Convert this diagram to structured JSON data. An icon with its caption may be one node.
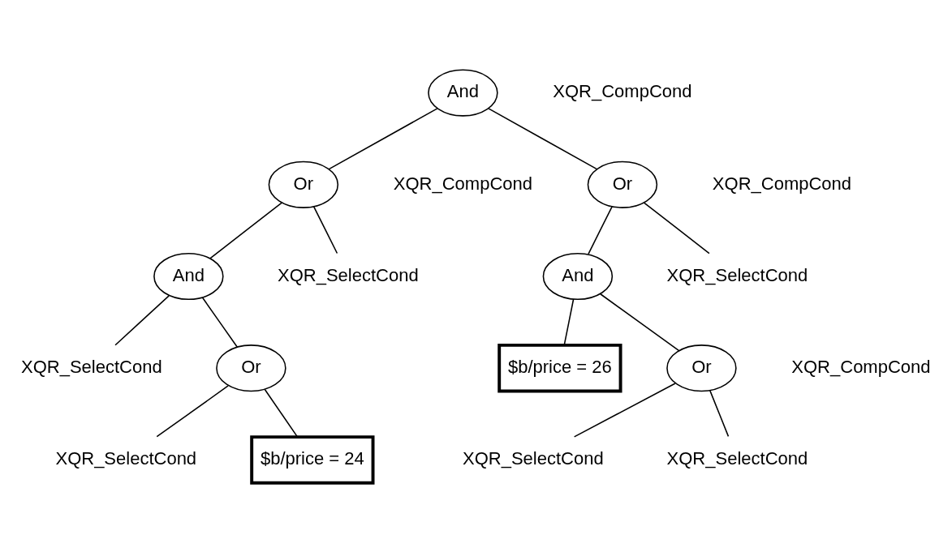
{
  "diagram": {
    "nodes": [
      {
        "text": [
          "And"
        ],
        "beside": [
          "XQR_CompCond"
        ]
      },
      {
        "text": [
          "Or"
        ],
        "beside": [
          "XQR_CompCond"
        ]
      },
      {
        "text": [
          "Or"
        ],
        "beside": [
          "XQR_CompCond"
        ]
      },
      {
        "text": [
          "And"
        ]
      },
      {
        "text": [
          "XQR_SelectCond"
        ]
      },
      {
        "text": [
          "And"
        ]
      },
      {
        "text": [
          "XQR_SelectCond"
        ]
      },
      {
        "text": [
          "XQR_SelectCond"
        ]
      },
      {
        "text": [
          "Or"
        ]
      },
      {
        "text": [
          "$b/price = 26"
        ]
      },
      {
        "text": [
          "Or"
        ],
        "beside": [
          "XQR_CompCond"
        ]
      },
      {
        "text": [
          "XQR_SelectCond"
        ]
      },
      {
        "text": [
          "$b/price = 24"
        ]
      },
      {
        "text": [
          "XQR_SelectCond"
        ]
      },
      {
        "text": [
          "XQR_SelectCond"
        ]
      }
    ],
    "edges": [
      {
        "from": 0,
        "to": 1,
        "arrow": "none"
      },
      {
        "from": 0,
        "to": 2,
        "arrow": "none"
      },
      {
        "from": 1,
        "to": 3,
        "arrow": "none"
      },
      {
        "from": 1,
        "to": 4,
        "arrow": "none"
      },
      {
        "from": 2,
        "to": 5,
        "arrow": "none"
      },
      {
        "from": 2,
        "to": 6,
        "arrow": "none"
      },
      {
        "from": 3,
        "to": 7,
        "arrow": "none"
      },
      {
        "from": 3,
        "to": 8,
        "arrow": "none"
      },
      {
        "from": 5,
        "to": 9,
        "arrow": "none"
      },
      {
        "from": 5,
        "to": 10,
        "arrow": "none"
      },
      {
        "from": 8,
        "to": 11,
        "arrow": "none"
      },
      {
        "from": 8,
        "to": 12,
        "arrow": "none"
      },
      {
        "from": 10,
        "to": 13,
        "arrow": "none"
      },
      {
        "from": 10,
        "to": 14,
        "arrow": "none"
      }
    ]
  }
}
